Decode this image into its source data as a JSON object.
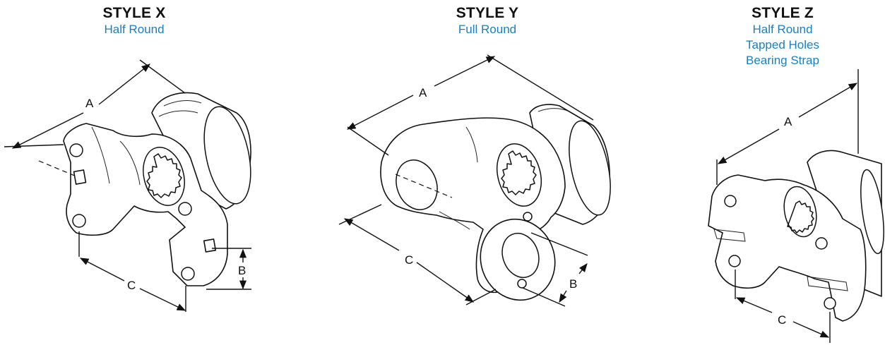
{
  "panels": [
    {
      "title": "STYLE X",
      "subtitle": [
        "Half Round"
      ],
      "dims": {
        "a": "A",
        "b": "B",
        "c": "C"
      }
    },
    {
      "title": "STYLE Y",
      "subtitle": [
        "Full Round"
      ],
      "dims": {
        "a": "A",
        "b": "B",
        "c": "C"
      }
    },
    {
      "title": "STYLE Z",
      "subtitle": [
        "Half Round",
        "Tapped Holes",
        "Bearing Strap"
      ],
      "dims": {
        "a": "A",
        "c": "C"
      }
    }
  ]
}
